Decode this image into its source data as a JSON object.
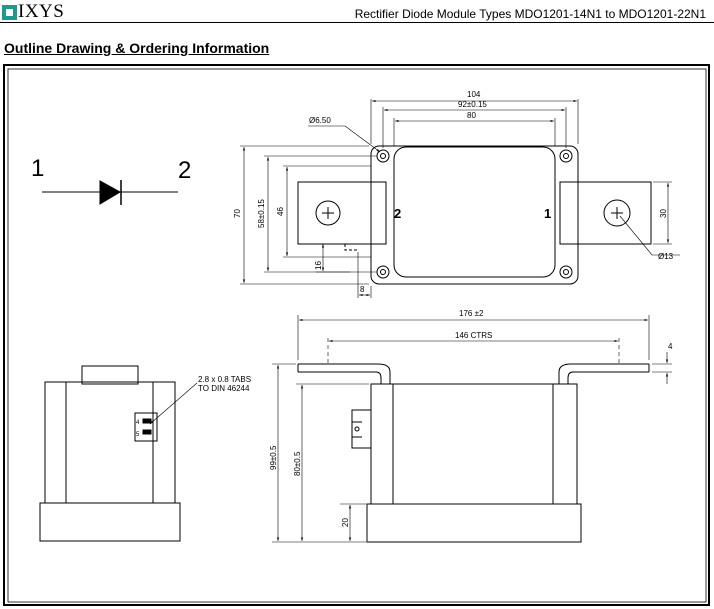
{
  "header": {
    "brand": "IXYS",
    "doc_title": "Rectifier Diode Module Types MDO1201-14N1 to MDO1201-22N1"
  },
  "section_title": "Outline Drawing & Ordering Information",
  "symbol": {
    "anode": "1",
    "cathode": "2"
  },
  "top_view": {
    "dim_104": "104",
    "dim_92": "92±0.15",
    "dim_80": "80",
    "hole_small": "Ø6.50",
    "dim_70": "70",
    "dim_58": "58±0.15",
    "dim_46": "46",
    "dim_16": "16",
    "dim_8": "8",
    "dim_30": "30",
    "hole_large": "Ø13",
    "terminal_left": "2",
    "terminal_right": "1"
  },
  "side_view": {
    "tabs_note_1": "2.8 x 0.8 TABS",
    "tabs_note_2": "TO DIN 46244",
    "tab_a": "4",
    "tab_b": "5"
  },
  "front_view": {
    "dim_176": "176 ±2",
    "dim_146": "146 CTRS",
    "dim_4": "4",
    "dim_99": "99±0.5",
    "dim_80": "80±0.5",
    "dim_20": "20"
  }
}
